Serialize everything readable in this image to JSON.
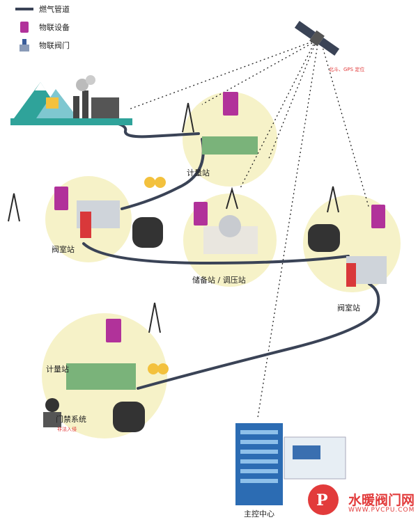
{
  "legend": [
    {
      "icon": "pipeline-line-icon",
      "label": "燃气管道"
    },
    {
      "icon": "iot-device-icon",
      "label": "物联设备"
    },
    {
      "icon": "iot-valve-icon",
      "label": "物联阀门"
    }
  ],
  "satellite": {
    "label": "北斗、GPS 定位"
  },
  "nodes": {
    "metering_top": "计量站",
    "valve_left": "阀室站",
    "storage": "储备站 / 调压站",
    "valve_right": "阀室站",
    "metering_bottom": "计量站",
    "access": "门禁系统",
    "intrusion": "非法入侵",
    "control": "主控中心"
  },
  "watermark": {
    "title": "水暖阀门网",
    "url": "WWW.PVCPU.COM"
  },
  "colors": {
    "pipeline": "#3a4356",
    "zone": "#f6f2c8",
    "device": "#b1329a",
    "accent": "#e23b3b"
  }
}
